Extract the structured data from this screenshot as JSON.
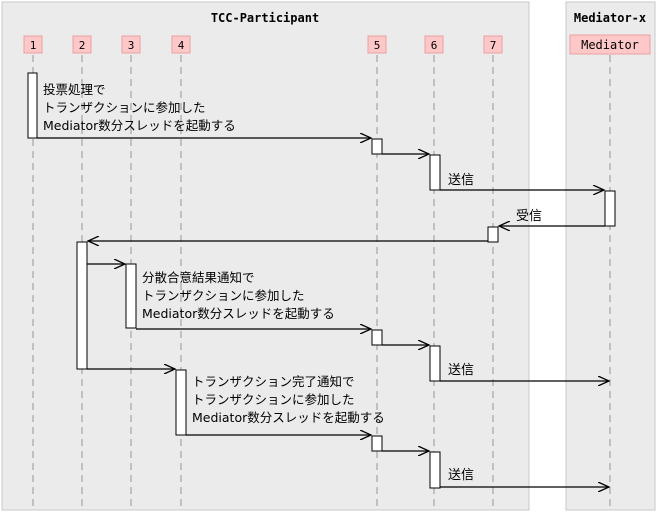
{
  "groups": {
    "tcc": {
      "title": "TCC-Participant"
    },
    "mediator": {
      "title": "Mediator-x"
    }
  },
  "participants": [
    {
      "id": "p1",
      "label": "1"
    },
    {
      "id": "p2",
      "label": "2"
    },
    {
      "id": "p3",
      "label": "3"
    },
    {
      "id": "p4",
      "label": "4"
    },
    {
      "id": "p5",
      "label": "5"
    },
    {
      "id": "p6",
      "label": "6"
    },
    {
      "id": "p7",
      "label": "7"
    },
    {
      "id": "med",
      "label": "Mediator"
    }
  ],
  "notes": {
    "n1": [
      "投票処理で",
      "トランザクションに参加した",
      "Mediator数分スレッドを起動する"
    ],
    "n2": [
      "分散合意結果通知で",
      "トランザクションに参加した",
      "Mediator数分スレッドを起動する"
    ],
    "n3": [
      "トランザクション完了通知で",
      "トランザクションに参加した",
      "Mediator数分スレッドを起動する"
    ]
  },
  "messages": {
    "send1": "送信",
    "recv1": "受信",
    "send2": "送信",
    "send3": "送信"
  },
  "colors": {
    "group_bg": "#ebebeb",
    "group_border": "#c8c8c8",
    "head_fill": "#ffc8c8",
    "head_border": "#e8a0a0",
    "lifeline": "#aaaaaa"
  }
}
